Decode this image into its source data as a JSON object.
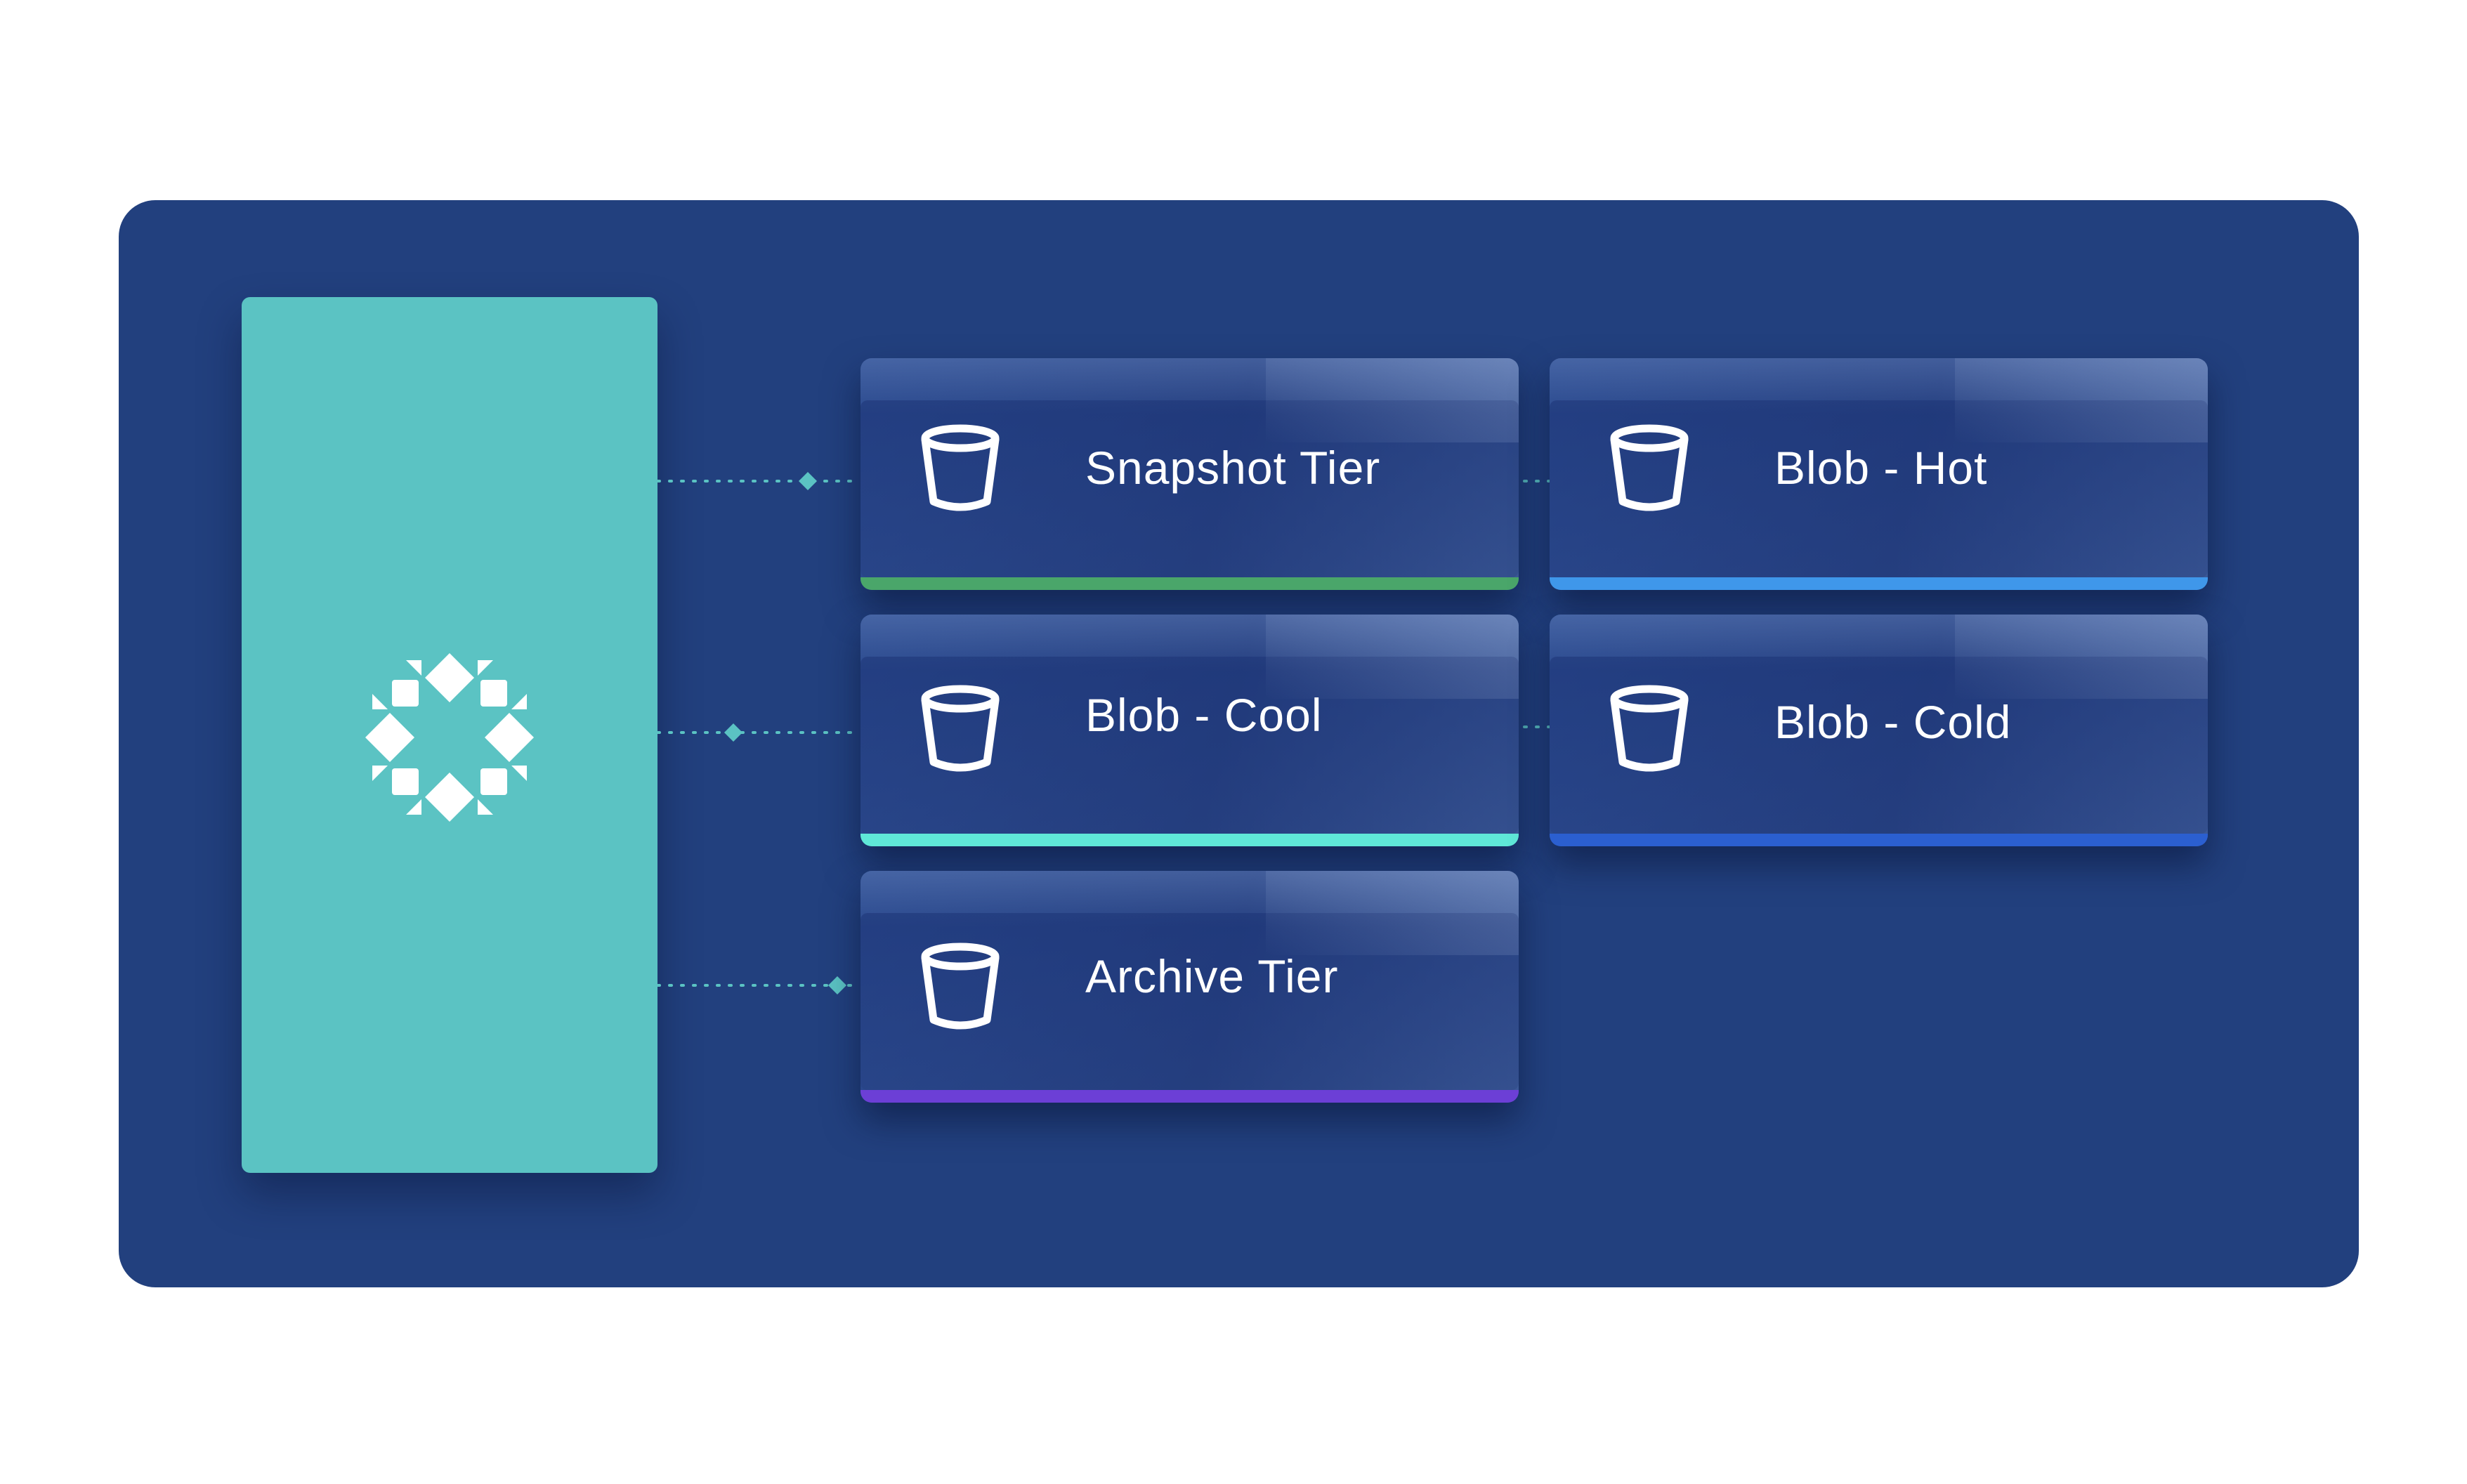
{
  "diagram": {
    "tiers": [
      {
        "label": "Snapshot Tier",
        "accent": "#4aa66a"
      },
      {
        "label": "Blob - Hot",
        "accent": "#3f97ea"
      },
      {
        "label": "Blob - Cool",
        "accent": "#5fe8d8"
      },
      {
        "label": "Blob - Cold",
        "accent": "#2b5fd0"
      },
      {
        "label": "Archive Tier",
        "accent": "#6c3fd6"
      }
    ],
    "colors": {
      "background": "#ffffff",
      "panel": "#22407e",
      "source": "#5bc3c3",
      "connector": "#5bc3c3",
      "text": "#ffffff"
    },
    "icons": {
      "source": "logo-icon",
      "tier": "bucket-icon"
    }
  }
}
